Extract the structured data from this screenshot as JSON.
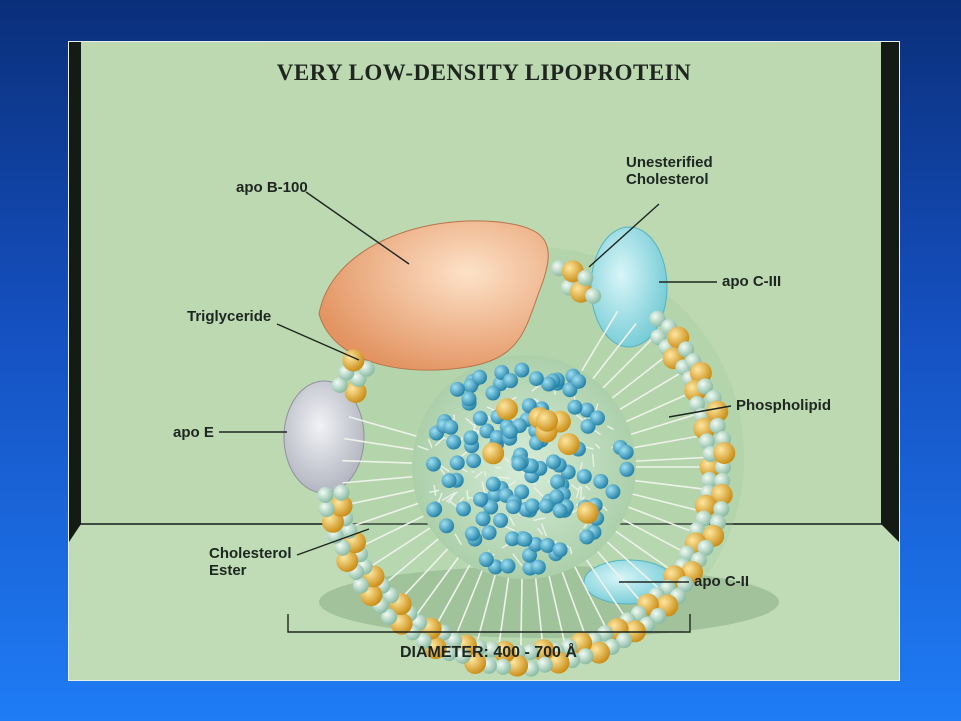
{
  "title": "VERY LOW-DENSITY LIPOPROTEIN",
  "labels": {
    "apo_b100": "apo B-100",
    "unesterified_line1": "Unesterified",
    "unesterified_line2": "Cholesterol",
    "apo_c3": "apo C-III",
    "triglyceride": "Triglyceride",
    "phospholipid": "Phospholipid",
    "apo_e": "apo E",
    "cholesteryl_line1": "Cholesterol",
    "cholesteryl_line2": "Ester",
    "apo_c2": "apo C-II"
  },
  "diameter": "DIAMETER:  400 - 700 Å",
  "colors": {
    "background_top": "#0a2f7a",
    "background_bottom": "#1f7cf5",
    "panel": "#b9d6ae",
    "apo_b100": "#eaa272",
    "apo_e": "#c9ccd6",
    "apo_c": "#8fd6de",
    "phospholipid_head": "#e7ad2a",
    "cholesterol_head": "#b4ddc8",
    "core_molecule": "#3aa6c8"
  }
}
